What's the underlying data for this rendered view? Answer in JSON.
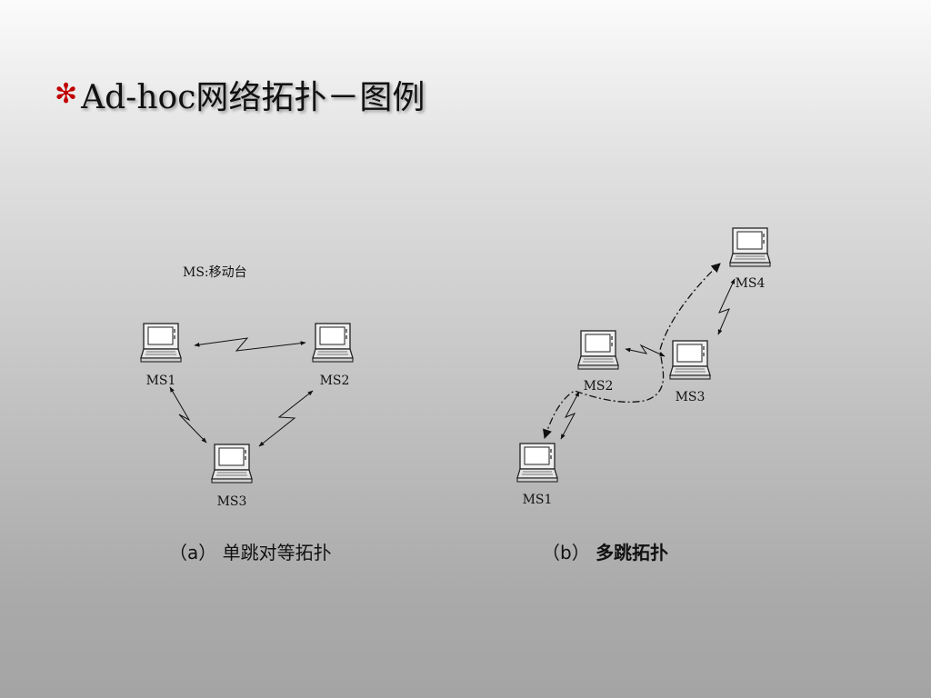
{
  "title": {
    "bullet": "✻",
    "text": "Ad-hoc网络拓扑－图例"
  },
  "legend": "MS:移动台",
  "diagram_a": {
    "nodes": [
      "MS1",
      "MS2",
      "MS3"
    ],
    "caption_prefix": "（a）",
    "caption_text": "单跳对等拓扑"
  },
  "diagram_b": {
    "nodes": [
      "MS1",
      "MS2",
      "MS3",
      "MS4"
    ],
    "caption_prefix": "（b）",
    "caption_text": "多跳拓扑"
  }
}
